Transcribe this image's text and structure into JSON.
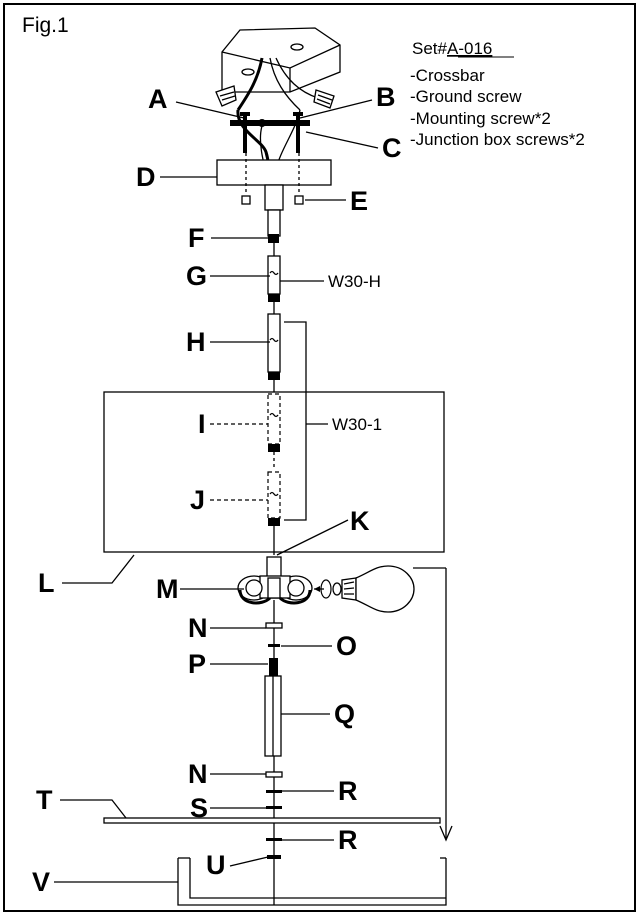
{
  "figure": {
    "title": "Fig.1",
    "set_number": "Set#",
    "set_code": "A-016",
    "kit_items": [
      "-Crossbar",
      "-Ground screw",
      "-Mounting screw*2",
      "-Junction box screws*2"
    ]
  },
  "callouts": {
    "A": "A",
    "B": "B",
    "C": "C",
    "D": "D",
    "E": "E",
    "F": "F",
    "G": "G",
    "H": "H",
    "I": "I",
    "J": "J",
    "K": "K",
    "L": "L",
    "M": "M",
    "N1": "N",
    "O": "O",
    "P": "P",
    "Q": "Q",
    "N2": "N",
    "R1": "R",
    "T": "T",
    "S": "S",
    "R2": "R",
    "V": "V",
    "U": "U"
  },
  "rod_labels": {
    "w30h": "W30-H",
    "w301": "W30-1"
  }
}
